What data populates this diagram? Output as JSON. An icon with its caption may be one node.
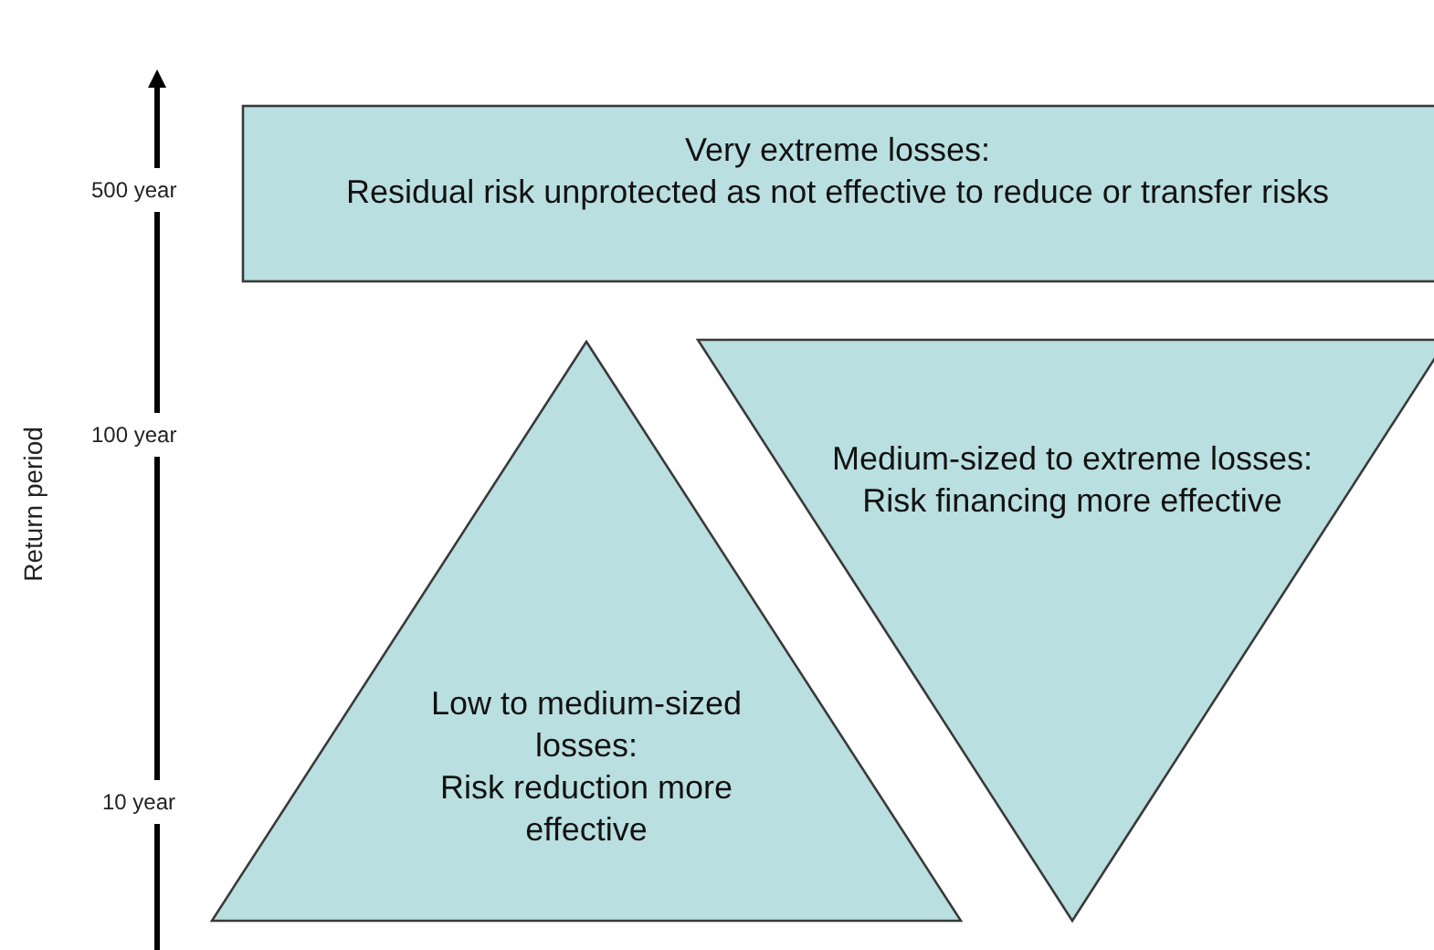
{
  "diagram": {
    "nodes": [
      {
        "text": [
          "Very extreme losses:",
          "Residual risk unprotected as not effective to reduce or transfer risks"
        ]
      },
      {
        "text": [
          "Low to medium-sized losses:",
          "Risk reduction more effective"
        ]
      },
      {
        "text": [
          "Medium-sized to extreme losses:",
          "Risk financing more effective"
        ]
      }
    ],
    "labels": [
      "Return period",
      "500 year",
      "100 year",
      "10 year"
    ]
  }
}
